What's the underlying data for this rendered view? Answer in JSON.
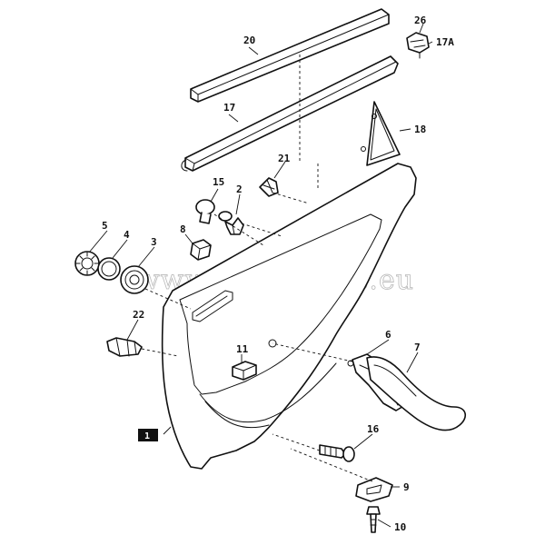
{
  "watermark": "www.saab-parts.eu",
  "callouts": {
    "c1": "1",
    "c2": "2",
    "c3": "3",
    "c4": "4",
    "c5": "5",
    "c6": "6",
    "c7": "7",
    "c8": "8",
    "c9": "9",
    "c10": "10",
    "c11": "11",
    "c15": "15",
    "c16": "16",
    "c17": "17",
    "c17a": "17A",
    "c18": "18",
    "c20": "20",
    "c21": "21",
    "c22": "22",
    "c26": "26"
  }
}
